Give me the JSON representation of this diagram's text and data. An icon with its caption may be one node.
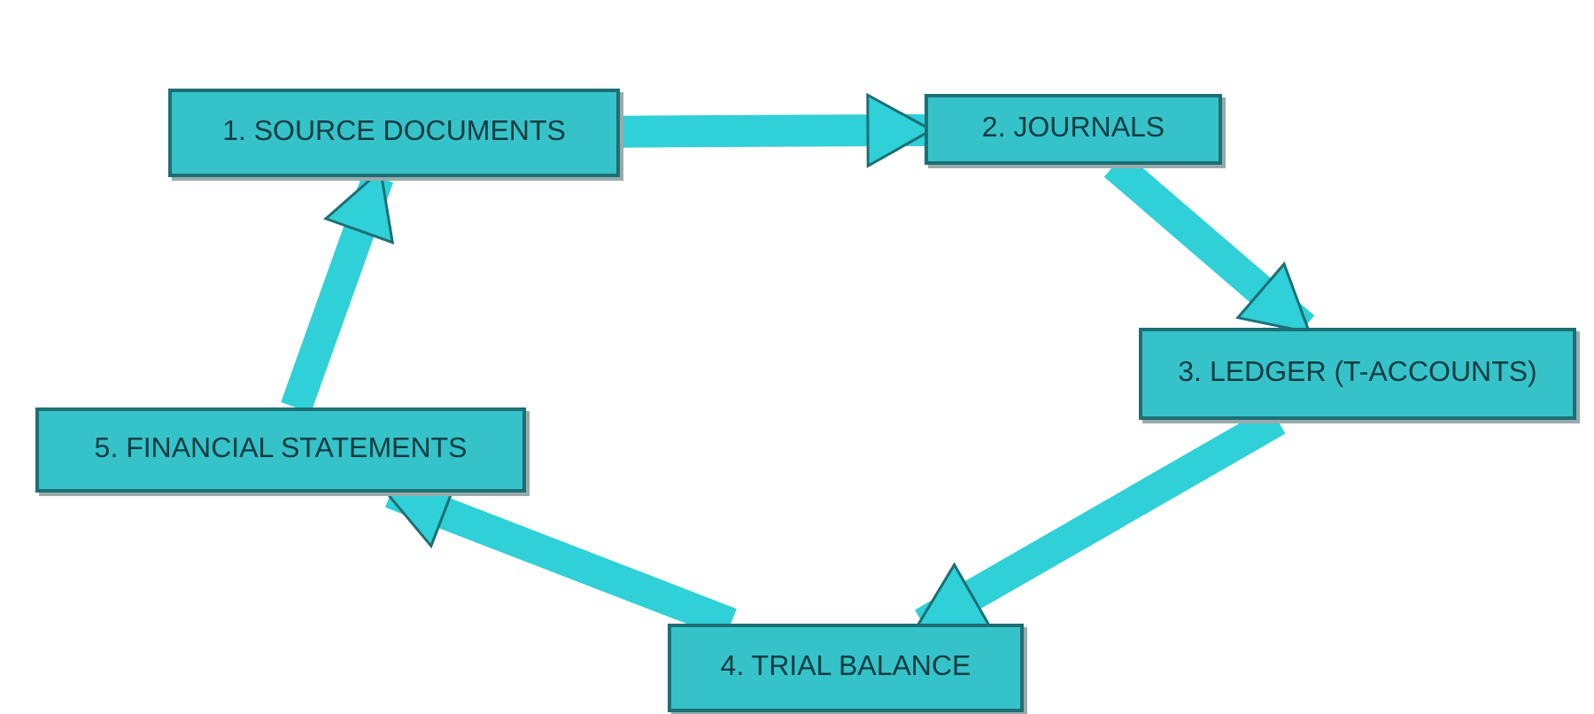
{
  "diagram": {
    "nodes": [
      {
        "text": [
          "1. SOURCE DOCUMENTS"
        ]
      },
      {
        "text": [
          "2. JOURNALS"
        ]
      },
      {
        "text": [
          "3. LEDGER (T-ACCOUNTS)"
        ]
      },
      {
        "text": [
          "4. TRIAL BALANCE"
        ]
      },
      {
        "text": [
          "5. FINANCIAL STATEMENTS"
        ]
      }
    ],
    "edges": [
      {
        "from": 0,
        "to": 1,
        "arrow": "to"
      },
      {
        "from": 1,
        "to": 2,
        "arrow": "to"
      },
      {
        "from": 2,
        "to": 3,
        "arrow": "to"
      },
      {
        "from": 3,
        "to": 4,
        "arrow": "to"
      },
      {
        "from": 4,
        "to": 0,
        "arrow": "to"
      }
    ]
  }
}
